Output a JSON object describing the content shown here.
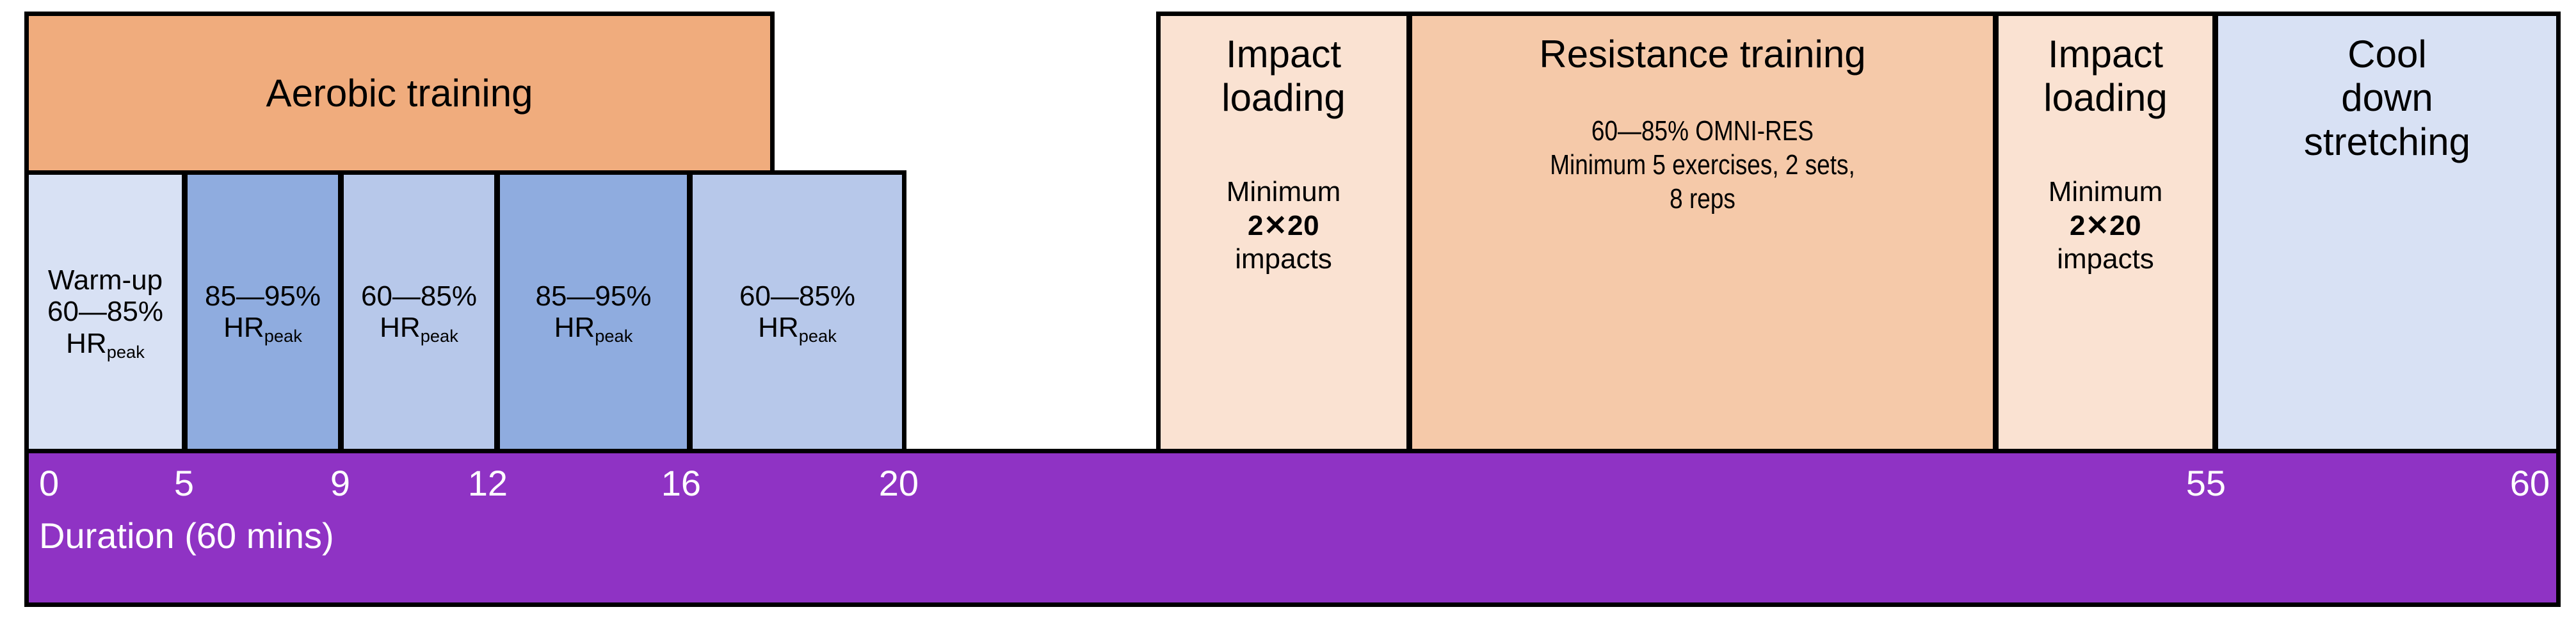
{
  "diagram": {
    "title": "Exercise session structure timeline",
    "colors": {
      "header_orange": "#F0AC7D",
      "header_peach_light": "#FAE2D2",
      "header_peach": "#F5C9A9",
      "header_blue_light": "#D8E1F4",
      "zone_pale_blue": "#D8E1F4",
      "zone_mid_blue": "#B7C8EA",
      "zone_deep_blue": "#8FACDF",
      "axis_purple": "#8F33C4",
      "border": "#000000",
      "axis_text": "#FFFFFF"
    },
    "bands": [
      {
        "id": "aerobic",
        "label": "Aerobic training",
        "start_min": 0,
        "end_min": 20
      },
      {
        "id": "impact-1",
        "label_line1": "Impact",
        "label_line2": "loading",
        "body_line1": "Minimum",
        "body_line2": "2✕20",
        "body_line3": "impacts",
        "start_min": 20,
        "end_min": 26
      },
      {
        "id": "resistance",
        "label": "Resistance training",
        "body_line1": "60—85% OMNI-RES",
        "body_line2": "Minimum 5 exercises, 2 sets,",
        "body_line3": "8 reps",
        "start_min": 26,
        "end_min": 50
      },
      {
        "id": "impact-2",
        "label_line1": "Impact",
        "label_line2": "loading",
        "body_line1": "Minimum",
        "body_line2": "2✕20",
        "body_line3": "impacts",
        "start_min": 50,
        "end_min": 55
      },
      {
        "id": "cooldown",
        "label_line1": "Cool",
        "label_line2": "down",
        "label_line3": "stretching",
        "start_min": 55,
        "end_min": 60
      }
    ],
    "aerobic_zones": [
      {
        "id": "warmup",
        "name": "Warm-up",
        "range": "60—85%",
        "metric": "HR",
        "metric_sub": "peak",
        "start_min": 0,
        "end_min": 5,
        "shade": "pale"
      },
      {
        "id": "hard-1",
        "name": "",
        "range": "85—95%",
        "metric": "HR",
        "metric_sub": "peak",
        "start_min": 5,
        "end_min": 9,
        "shade": "deep"
      },
      {
        "id": "easy-1",
        "name": "",
        "range": "60—85%",
        "metric": "HR",
        "metric_sub": "peak",
        "start_min": 9,
        "end_min": 12,
        "shade": "mid"
      },
      {
        "id": "hard-2",
        "name": "",
        "range": "85—95%",
        "metric": "HR",
        "metric_sub": "peak",
        "start_min": 12,
        "end_min": 16,
        "shade": "deep"
      },
      {
        "id": "easy-2",
        "name": "",
        "range": "60—85%",
        "metric": "HR",
        "metric_sub": "peak",
        "start_min": 16,
        "end_min": 20,
        "shade": "mid"
      }
    ],
    "axis": {
      "label": "Duration (60 mins)",
      "ticks": [
        "0",
        "5",
        "9",
        "12",
        "16",
        "20",
        "55",
        "60"
      ],
      "tick_minutes": [
        0,
        5,
        9,
        12,
        16,
        20,
        55,
        60
      ],
      "min": 0,
      "max": 60,
      "units": "mins"
    }
  }
}
